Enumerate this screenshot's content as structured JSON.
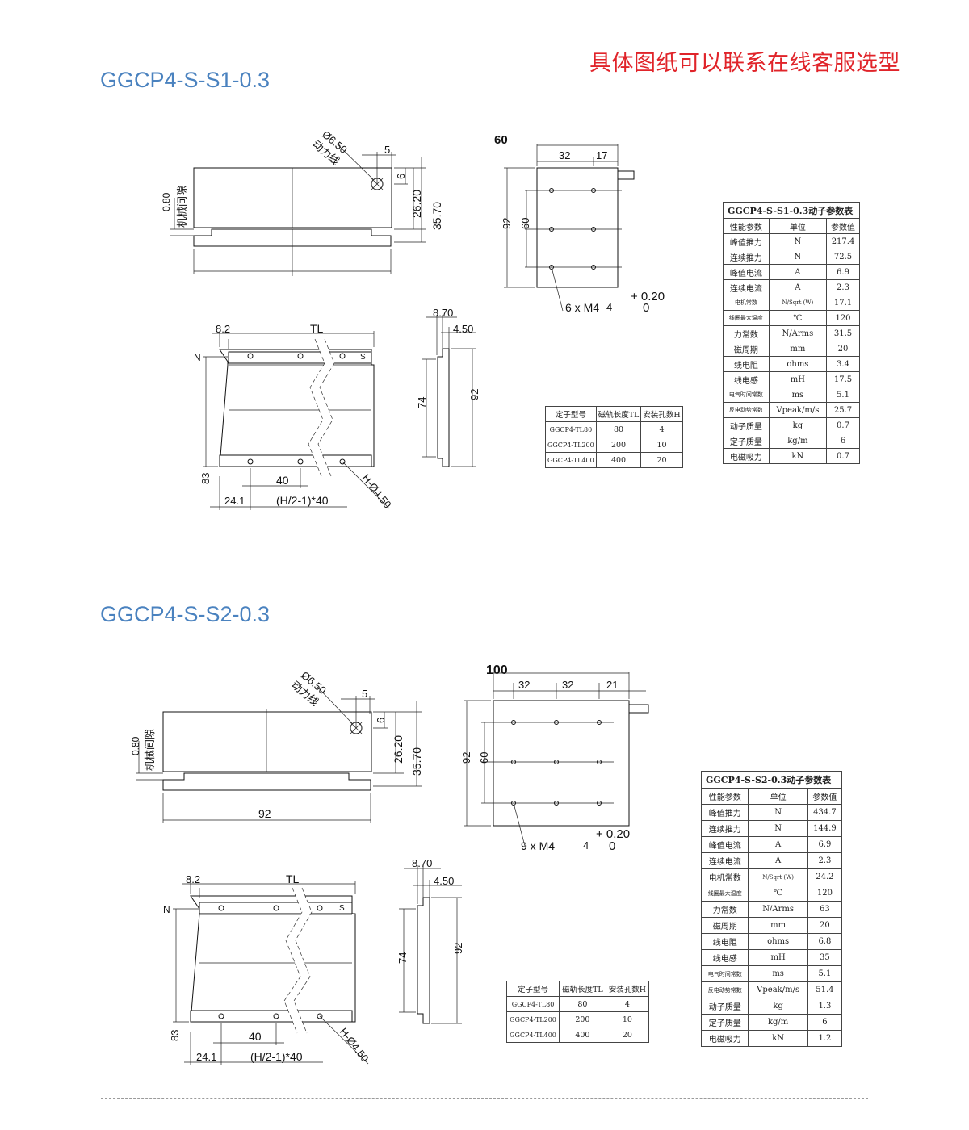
{
  "header": {
    "note": "具体图纸可以联系在线客服选型"
  },
  "common_labels": {
    "power_wire": "动力线",
    "mech_gap": "机械间隙",
    "gap_value": "0.80",
    "dia_wire": "Ø6.50",
    "dim_5": "5",
    "dim_6": "6",
    "dim_26_20": "26.20",
    "dim_35_70": "35.70",
    "dim_32": "32",
    "dim_60": "60",
    "dim_92": "92",
    "tol_plus": "+ 0.20",
    "tol_zero": "0",
    "dim_8_2": "8.2",
    "tl": "TL",
    "n": "N",
    "s": "S",
    "dim_40": "40",
    "dim_24_1": "24.1",
    "pitch_formula": "(H/2-1)*40",
    "hole_dia": "H-Ø4.50",
    "dim_83": "83",
    "dim_8_70": "8.70",
    "dim_4_50": "4.50",
    "dim_74": "74"
  },
  "models": [
    {
      "title": "GGCP4-S-S1-0.3",
      "front_width": "",
      "top_width": "60",
      "right_dim": "17",
      "mount_holes": "6 x M4",
      "depth": "4",
      "param_table": {
        "caption": "GGCP4-S-S1-0.3动子参数表",
        "headers": [
          "性能参数",
          "单位",
          "参数值"
        ],
        "rows": [
          [
            "峰值推力",
            "N",
            "217.4"
          ],
          [
            "连续推力",
            "N",
            "72.5"
          ],
          [
            "峰值电流",
            "A",
            "6.9"
          ],
          [
            "连续电流",
            "A",
            "2.3"
          ],
          [
            "电机常数",
            "N/Sqrt (W)",
            "17.1"
          ],
          [
            "线圈最大温度",
            "℃",
            "120"
          ],
          [
            "力常数",
            "N/Arms",
            "31.5"
          ],
          [
            "磁周期",
            "mm",
            "20"
          ],
          [
            "线电阻",
            "ohms",
            "3.4"
          ],
          [
            "线电感",
            "mH",
            "17.5"
          ],
          [
            "电气时间常数",
            "ms",
            "5.1"
          ],
          [
            "反电动势常数",
            "Vpeak/m/s",
            "25.7"
          ],
          [
            "动子质量",
            "kg",
            "0.7"
          ],
          [
            "定子质量",
            "kg/m",
            "6"
          ],
          [
            "电磁吸力",
            "kN",
            "0.7"
          ]
        ]
      },
      "stator_table": {
        "headers": [
          "定子型号",
          "磁轨长度TL",
          "安装孔数H"
        ],
        "rows": [
          [
            "GGCP4-TL80",
            "80",
            "4"
          ],
          [
            "GGCP4-TL200",
            "200",
            "10"
          ],
          [
            "GGCP4-TL400",
            "400",
            "20"
          ]
        ]
      }
    },
    {
      "title": "GGCP4-S-S2-0.3",
      "front_width": "92",
      "top_width": "100",
      "right_dim": "21",
      "mount_holes": "9 x M4",
      "depth": "4",
      "param_table": {
        "caption": "GGCP4-S-S2-0.3动子参数表",
        "headers": [
          "性能参数",
          "单位",
          "参数值"
        ],
        "rows": [
          [
            "峰值推力",
            "N",
            "434.7"
          ],
          [
            "连续推力",
            "N",
            "144.9"
          ],
          [
            "峰值电流",
            "A",
            "6.9"
          ],
          [
            "连续电流",
            "A",
            "2.3"
          ],
          [
            "电机常数",
            "N/Sqrt (W)",
            "24.2"
          ],
          [
            "线圈最大温度",
            "℃",
            "120"
          ],
          [
            "力常数",
            "N/Arms",
            "63"
          ],
          [
            "磁周期",
            "mm",
            "20"
          ],
          [
            "线电阻",
            "ohms",
            "6.8"
          ],
          [
            "线电感",
            "mH",
            "35"
          ],
          [
            "电气时间常数",
            "ms",
            "5.1"
          ],
          [
            "反电动势常数",
            "Vpeak/m/s",
            "51.4"
          ],
          [
            "动子质量",
            "kg",
            "1.3"
          ],
          [
            "定子质量",
            "kg/m",
            "6"
          ],
          [
            "电磁吸力",
            "kN",
            "1.2"
          ]
        ]
      },
      "stator_table": {
        "headers": [
          "定子型号",
          "磁轨长度TL",
          "安装孔数H"
        ],
        "rows": [
          [
            "GGCP4-TL80",
            "80",
            "4"
          ],
          [
            "GGCP4-TL200",
            "200",
            "10"
          ],
          [
            "GGCP4-TL400",
            "400",
            "20"
          ]
        ]
      }
    }
  ]
}
